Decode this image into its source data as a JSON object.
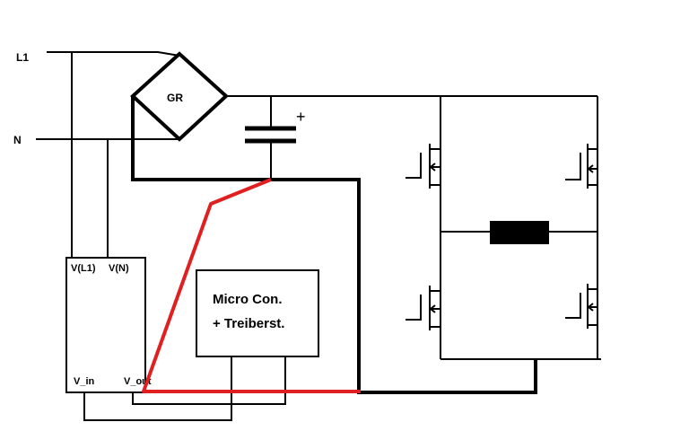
{
  "labels": {
    "l1": "L1",
    "n": "N",
    "rectifier": "GR",
    "cap_plus": "+",
    "sensor_vl1": "V(L1)",
    "sensor_vn": "V(N)",
    "sensor_vin": "V_in",
    "sensor_vout": "V_out",
    "mcu_line1": "Micro Con.",
    "mcu_line2": "+ Treiberst."
  },
  "colors": {
    "wire": "#000000",
    "highlight": "#e02020",
    "load": "#000000"
  },
  "components": {
    "bridge_rectifier": "diamond",
    "capacitor": "polarized",
    "h_bridge_switches": 4,
    "load": "filled-rectangle"
  }
}
